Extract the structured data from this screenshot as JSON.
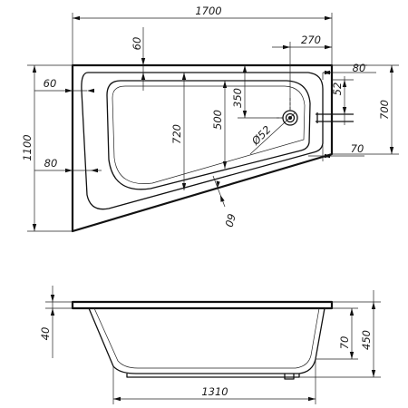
{
  "drawing": {
    "dimensions": {
      "total_length": "1700",
      "top_offset": "60",
      "drain_offset": "270",
      "left_rim": "60",
      "right_rim": "80",
      "drain_depth": "350",
      "basin_inner": "500",
      "basin_720": "720",
      "height_700": "700",
      "overflow_52": "52",
      "drain_diameter": "Ø52",
      "total_width": "1100",
      "left_80": "80",
      "right_70": "70",
      "bottom_rim": "60",
      "rim_40": "40",
      "side_70": "70",
      "depth_450": "450",
      "bottom_length": "1310"
    }
  }
}
